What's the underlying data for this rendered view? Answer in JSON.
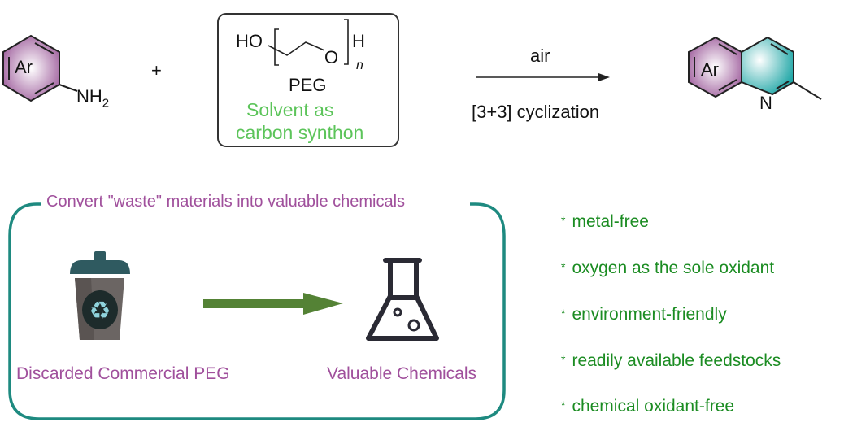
{
  "reaction": {
    "reactant1": {
      "ring_label": "Ar",
      "group": "NH",
      "group_sub": "2"
    },
    "plus": "+",
    "peg_box": {
      "ho": "HO",
      "o": "O",
      "h": "H",
      "n": "n",
      "name": "PEG",
      "note_line1": "Solvent as",
      "note_line2": "carbon synthon"
    },
    "arrow_top": "air",
    "arrow_bottom": "[3+3] cyclization",
    "product": {
      "ring_label": "Ar",
      "n": "N"
    }
  },
  "concept": {
    "title": "Convert \"waste\" materials into valuable chemicals",
    "left_label": "Discarded Commercial PEG",
    "right_label": "Valuable Chemicals"
  },
  "features": {
    "marker": "*",
    "items": [
      "metal-free",
      "oxygen as the sole oxidant",
      "environment-friendly",
      "readily available feedstocks",
      "chemical oxidant-free"
    ]
  },
  "colors": {
    "purple": "#a0509c",
    "teal": "#1e8a80",
    "green_text": "#5cc45a",
    "bullet_green": "#1b8c22",
    "arrow_green": "#548235"
  }
}
